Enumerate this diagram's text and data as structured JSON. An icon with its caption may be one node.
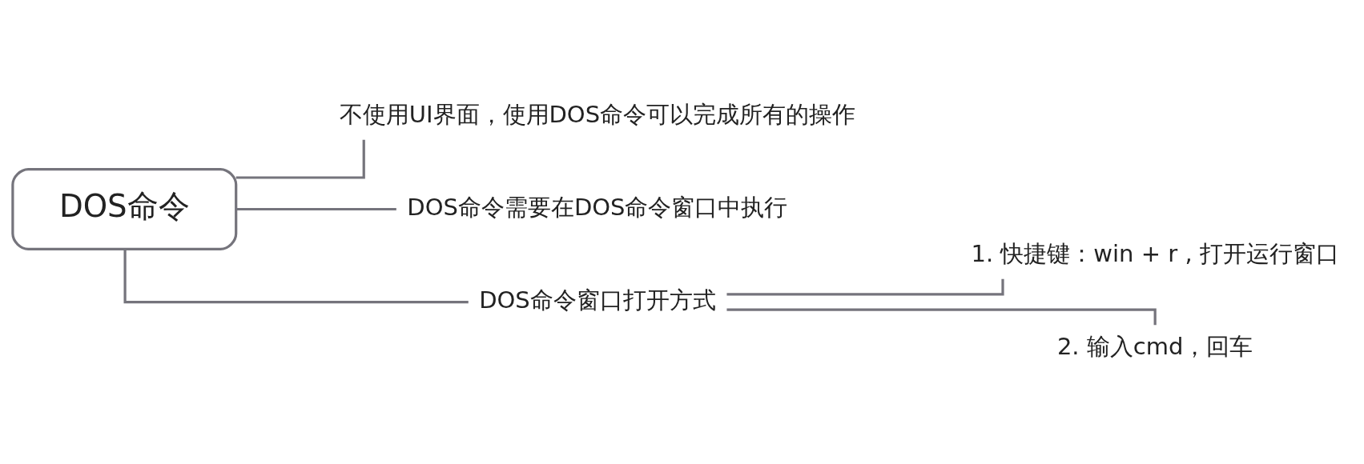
{
  "diagram": {
    "nodes": [
      {
        "text": [
          "DOS命令"
        ]
      },
      {
        "text": [
          "不使用UI界面，使用DOS命令可以完成所有的操作"
        ]
      },
      {
        "text": [
          "DOS命令需要在DOS命令窗口中执行"
        ]
      },
      {
        "text": [
          "DOS命令窗口打开方式"
        ]
      },
      {
        "text": [
          "1. 快捷键：win + r , 打开运行窗口"
        ]
      },
      {
        "text": [
          "2. 输入cmd，回车"
        ]
      }
    ],
    "edges": [
      {
        "from": 0,
        "to": 1,
        "arrow": "none"
      },
      {
        "from": 0,
        "to": 2,
        "arrow": "none"
      },
      {
        "from": 0,
        "to": 3,
        "arrow": "none"
      },
      {
        "from": 3,
        "to": 4,
        "arrow": "none"
      },
      {
        "from": 3,
        "to": 5,
        "arrow": "none"
      }
    ]
  }
}
